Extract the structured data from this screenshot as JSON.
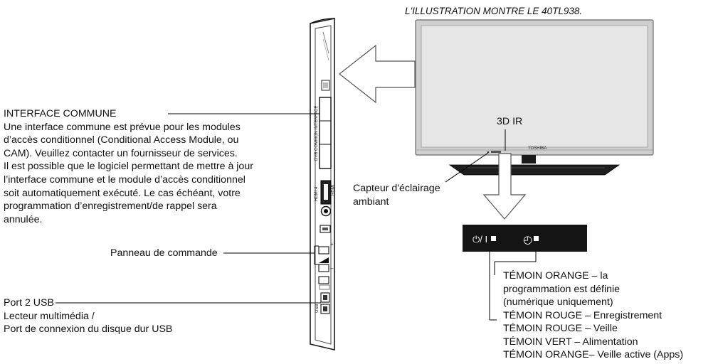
{
  "caption": "L'ILLUSTRATION MONTRE LE 40TL938.",
  "ir_label": "3D IR",
  "sensor_label": [
    "Capteur d'éclairage",
    "ambiant"
  ],
  "ci": {
    "title": "INTERFACE COMMUNE",
    "lines": [
      "Une interface commune est prévue pour les modules",
      "d’accès conditionnel (Conditional Access Module, ou",
      "CAM). Veuillez contacter un fournisseur de services.",
      "Il est possible que le logiciel permettant de mettre à jour",
      "l’interface commune et le module d’accès conditionnel",
      "soit automatiquement exécuté. Le cas échéant, votre",
      "programmation d’enregistrement/de rappel sera",
      "annulée."
    ]
  },
  "control_panel": "Panneau de commande",
  "usb": {
    "title": "Port 2 USB",
    "lines": [
      "Lecteur multimédia /",
      "Port de connexion du disque dur USB"
    ]
  },
  "indicator_panel": {
    "power_symbol": "⏻/ I",
    "timer_symbol": "◴"
  },
  "timer_led": [
    "TÉMOIN ORANGE – la",
    "programmation est définie",
    "(numérique uniquement)",
    "TÉMOIN ROUGE – Enregistrement"
  ],
  "power_led": [
    "TÉMOIN ROUGE – Veille",
    "TÉMOIN VERT – Alimentation",
    "TÉMOIN ORANGE– Veille active (Apps)"
  ],
  "port_labels": {
    "common_interface": "DVB COMMON INTERFACE",
    "hdmi": "HDMI 4",
    "hdmi_logo": "HDMI",
    "hdmi_number": "4",
    "usb": "USB",
    "tv_logo": "TOSHIBA"
  }
}
